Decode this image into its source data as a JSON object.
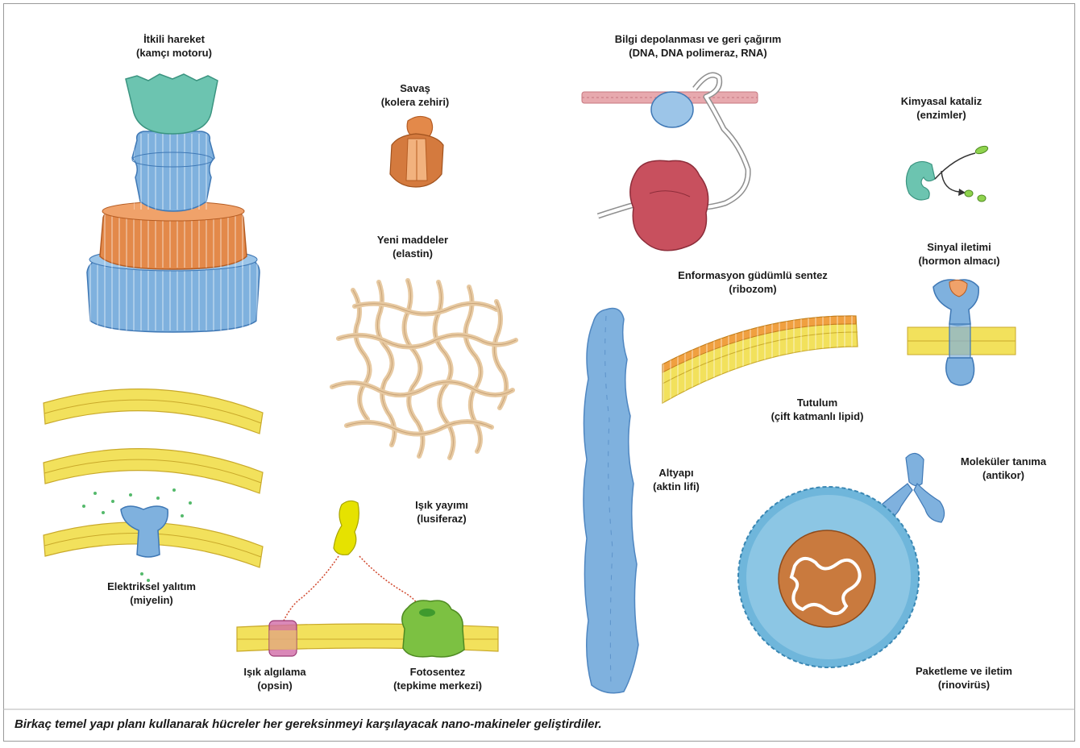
{
  "labels": {
    "flagellum": {
      "line1": "İtkili hareket",
      "line2": "(kamçı motoru)"
    },
    "cholera": {
      "line1": "Savaş",
      "line2": "(kolera zehiri)"
    },
    "elastin": {
      "line1": "Yeni maddeler",
      "line2": "(elastin)"
    },
    "dna": {
      "line1": "Bilgi depolanması ve geri çağırım",
      "line2": "(DNA, DNA polimeraz, RNA)"
    },
    "ribosome": {
      "line1": "Enformasyon güdümlü sentez",
      "line2": "(ribozom)"
    },
    "enzymes": {
      "line1": "Kimyasal kataliz",
      "line2": "(enzimler)"
    },
    "hormone": {
      "line1": "Sinyal iletimi",
      "line2": "(hormon almacı)"
    },
    "lipid": {
      "line1": "Tutulum",
      "line2": "(çift katmanlı lipid)"
    },
    "actin": {
      "line1": "Altyapı",
      "line2": "(aktin lifi)"
    },
    "antibody": {
      "line1": "Moleküler tanıma",
      "line2": "(antikor)"
    },
    "myelin": {
      "line1": "Elektriksel yalıtım",
      "line2": "(miyelin)"
    },
    "luciferase": {
      "line1": "Işık yayımı",
      "line2": "(lusiferaz)"
    },
    "opsin": {
      "line1": "Işık algılama",
      "line2": "(opsin)"
    },
    "photosynthesis": {
      "line1": "Fotosentez",
      "line2": "(tepkime merkezi)"
    },
    "virus": {
      "line1": "Paketleme ve iletim",
      "line2": "(rinovirüs)"
    }
  },
  "caption": "Birkaç temel yapı planı kullanarak hücreler her gereksinmeyi karşılayacak nano-makineler geliştirdiler.",
  "colors": {
    "protein_blue": "#7fb1de",
    "protein_blue_dark": "#3f78b5",
    "membrane_yellow": "#f2e15c",
    "membrane_edge": "#c9a92a",
    "flagellum_green": "#6cc4b0",
    "flagellum_orange": "#e3894a",
    "ribosome_red": "#c8505e",
    "dna_pink": "#e7a9ae",
    "elastin_tan": "#e7c9a1",
    "luciferase_yellow": "#e6e200",
    "reaction_green": "#7cc142",
    "opsin_pink": "#d16aa6",
    "virus_blue": "#6fb6db",
    "rna_brown": "#b25a2a"
  }
}
